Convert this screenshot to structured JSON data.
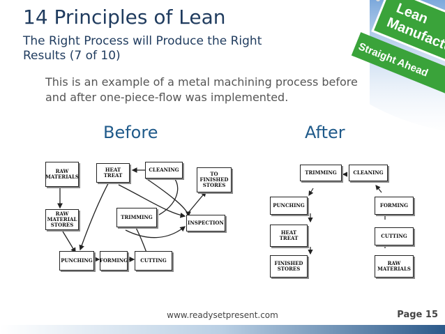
{
  "slide": {
    "title": "14 Principles of Lean",
    "subtitle": "The Right Process will Produce the Right Results (7 of 10)",
    "intro": "This is an example of a metal machining process before and after one-piece-flow was implemented."
  },
  "sign": {
    "line1": "Lean",
    "line2": "Manufactu",
    "line3": "Straight Ahead"
  },
  "before": {
    "heading": "Before",
    "nodes": {
      "raw_materials": "RAW\nMATERIALS",
      "heat_treat": "HEAT\nTREAT",
      "cleaning": "CLEANING",
      "finished_stores": "TO\nFINISHED\nSTORES",
      "raw_material_stores": "RAW\nMATERIAL\nSTORES",
      "trimming": "TRIMMING",
      "inspection": "INSPECTION",
      "punching": "PUNCHING",
      "forming": "FORMING",
      "cutting": "CUTTING"
    }
  },
  "after": {
    "heading": "After",
    "nodes": {
      "trimming": "TRIMMING",
      "cleaning": "CLEANING",
      "punching": "PUNCHING",
      "forming": "FORMING",
      "heat_treat": "HEAT\nTREAT",
      "cutting": "CUTTING",
      "finished_stores": "FINISHED\nSTORES",
      "raw_materials": "RAW\nMATERIALS"
    }
  },
  "footer": {
    "url": "www.readysetpresent.com",
    "page": "Page 15"
  },
  "colors": {
    "title": "#1f3b5e",
    "heading": "#1f5a8a",
    "sign_green": "#3aa33a",
    "footer_blue": "#2c5a8a"
  }
}
